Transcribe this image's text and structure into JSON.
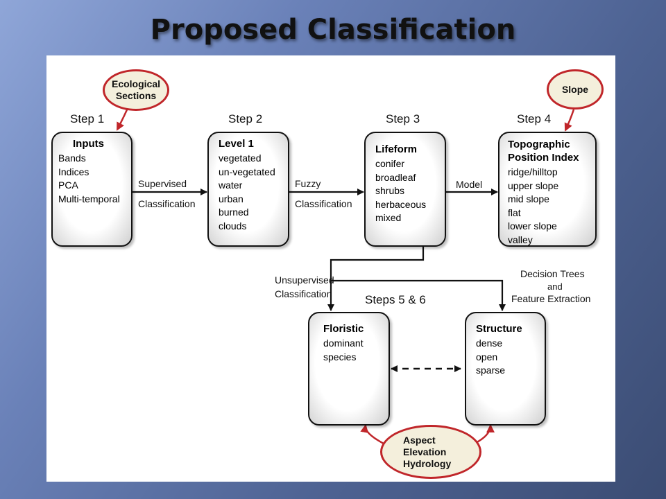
{
  "title": "Proposed Classification",
  "steps": {
    "s1": "Step 1",
    "s2": "Step 2",
    "s3": "Step 3",
    "s4": "Step 4",
    "s56": "Steps 5 & 6"
  },
  "ovals": {
    "ecological": [
      "Ecological",
      "Sections"
    ],
    "slope": "Slope",
    "aspect": [
      "Aspect",
      "Elevation",
      "Hydrology"
    ]
  },
  "boxes": {
    "inputs": {
      "title": "Inputs",
      "items": [
        "Bands",
        "Indices",
        "PCA",
        "Multi-temporal"
      ]
    },
    "level1": {
      "title": "Level 1",
      "items": [
        "vegetated",
        "un-vegetated",
        "water",
        "urban",
        "burned",
        "clouds"
      ]
    },
    "lifeform": {
      "title": "Lifeform",
      "items": [
        "conifer",
        "broadleaf",
        "shrubs",
        "herbaceous",
        "mixed"
      ]
    },
    "tpi": {
      "title": [
        "Topographic",
        "Position Index"
      ],
      "items": [
        "ridge/hilltop",
        "upper slope",
        "mid slope",
        "flat",
        "lower slope",
        "valley"
      ]
    },
    "floristic": {
      "title": "Floristic",
      "items": [
        "dominant",
        "species"
      ]
    },
    "structure": {
      "title": "Structure",
      "items": [
        "dense",
        "open",
        "sparse"
      ]
    }
  },
  "edges": {
    "supervised": [
      "Supervised",
      "Classification"
    ],
    "fuzzy": [
      "Fuzzy",
      "Classification"
    ],
    "model": "Model",
    "unsupervised": [
      "Unsupervised",
      "Classification"
    ],
    "decision": [
      "Decision Trees",
      "and",
      "Feature Extraction"
    ]
  }
}
